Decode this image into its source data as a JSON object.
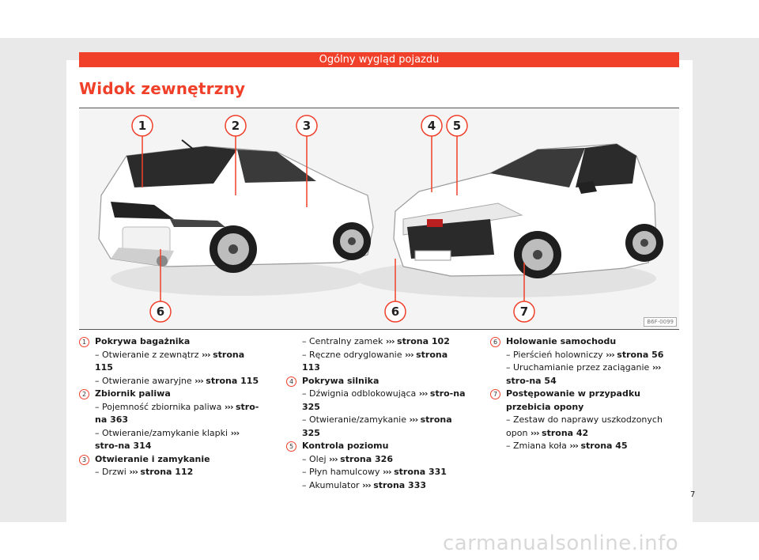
{
  "header": {
    "chapter": "Ogólny wygląd pojazdu"
  },
  "section": {
    "title": "Widok zewnętrzny"
  },
  "figure": {
    "callouts": [
      "1",
      "2",
      "3",
      "4",
      "5",
      "6",
      "6",
      "7"
    ],
    "code": "B6F-0099"
  },
  "colors": {
    "accent": "#f0402a"
  },
  "columns": [
    [
      {
        "type": "item",
        "num": "1",
        "title": "Pokrywa bagażnika"
      },
      {
        "type": "line",
        "text": "– Otwieranie z zewnątrz",
        "ref": "strona 115"
      },
      {
        "type": "line",
        "text": "– Otwieranie awaryjne",
        "ref": "strona 115"
      },
      {
        "type": "item",
        "num": "2",
        "title": "Zbiornik paliwa"
      },
      {
        "type": "line",
        "text": "– Pojemność zbiornika paliwa",
        "ref": "stro-na 363"
      },
      {
        "type": "line",
        "text": "– Otwieranie/zamykanie klapki",
        "ref": "stro-na 314"
      },
      {
        "type": "item",
        "num": "3",
        "title": "Otwieranie i zamykanie"
      },
      {
        "type": "line",
        "text": "– Drzwi",
        "ref": "strona 112"
      }
    ],
    [
      {
        "type": "line",
        "text": "– Centralny zamek",
        "ref": "strona 102"
      },
      {
        "type": "line",
        "text": "– Ręczne odryglowanie",
        "ref": "strona 113"
      },
      {
        "type": "item",
        "num": "4",
        "title": "Pokrywa silnika"
      },
      {
        "type": "line",
        "text": "– Dźwignia odblokowująca",
        "ref": "stro-na 325"
      },
      {
        "type": "line",
        "text": "– Otwieranie/zamykanie",
        "ref": "strona 325"
      },
      {
        "type": "item",
        "num": "5",
        "title": "Kontrola poziomu"
      },
      {
        "type": "line",
        "text": "– Olej",
        "ref": "strona 326"
      },
      {
        "type": "line",
        "text": "– Płyn hamulcowy",
        "ref": "strona 331"
      },
      {
        "type": "line",
        "text": "– Akumulator",
        "ref": "strona 333"
      }
    ],
    [
      {
        "type": "item",
        "num": "6",
        "title": "Holowanie samochodu"
      },
      {
        "type": "line",
        "text": "– Pierścień holowniczy",
        "ref": "strona 56"
      },
      {
        "type": "line",
        "text": "– Uruchamianie przez zaciąganie",
        "ref": "stro-na 54"
      },
      {
        "type": "item",
        "num": "7",
        "title": "Postępowanie w przypadku przebicia opony"
      },
      {
        "type": "line",
        "text": "– Zestaw do naprawy uszkodzonych opon",
        "ref": "strona 42"
      },
      {
        "type": "line",
        "text": "– Zmiana koła",
        "ref": "strona 45"
      }
    ]
  ],
  "arrow_glyph": "›››",
  "page_number": "7",
  "watermark": "carmanualsonline.info"
}
